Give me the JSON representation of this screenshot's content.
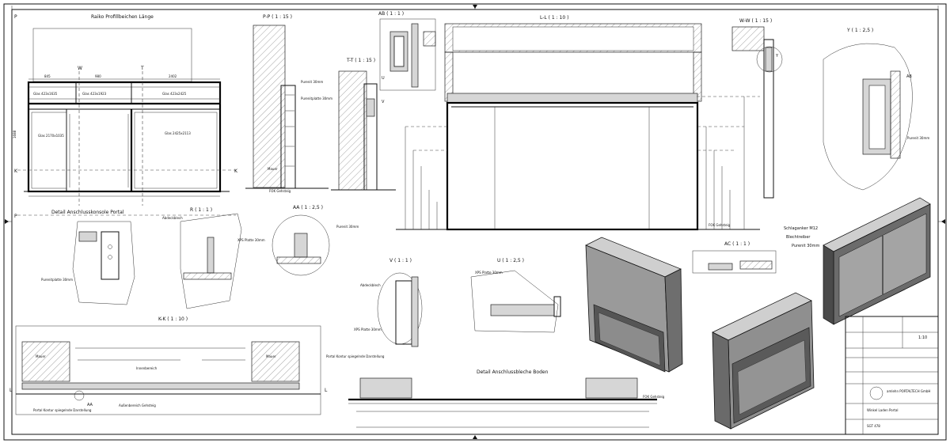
{
  "views": {
    "elevation_title": "Raiko Profillbeichen Länge",
    "pp": "P-P ( 1 : 15 )",
    "ab": "AB ( 1 : 1 )",
    "tt": "T-T ( 1 : 15 )",
    "ll": "L-L ( 1 : 10 )",
    "ww": "W-W ( 1 : 15 )",
    "y": "Y ( 1 : 2,5 )",
    "rr": "R ( 1 : 1 )",
    "aa": "AA ( 1 : 2,5 )",
    "v": "V ( 1 : 1 )",
    "u": "U ( 1 : 2,5 )",
    "ac": "AC ( 1 : 1 )",
    "kk": "K-K ( 1 : 10 )",
    "detail_portal": "Detail Anschlusskonsole Portal",
    "detail_floor": "Detail Anschlussbleche Boden"
  },
  "glass": {
    "top_left": "Glas 423x1635",
    "top_mid": "Glas 423x1923",
    "top_right": "Glas 423x2425",
    "bottom_left": "Glas 2170x1035",
    "bottom_right": "Glas 2425x2113"
  },
  "dims": {
    "d845": "845",
    "d980": "980",
    "d2402": "2402",
    "d1688": "1688"
  },
  "labels": {
    "mauer": "Mauer",
    "innenbereich": "Innenbereich",
    "aussenbereich": "Außenbereich Gehsteig",
    "portal_kontur": "Portal Kontur spiegelnde Darstellung",
    "portal_kontur2": "Portal Kontur spiegelnde Darstellung",
    "schlaganker": "Schlaganker M12",
    "blechtreiber": "Blechtreiber",
    "purenit": "Purenit 30mm",
    "abdeckblech": "Abdeckblech",
    "xps_platte": "XPS Platte 30mm",
    "purenitplatte": "Purenitplatte 30mm",
    "fok_gehsteig": "FOK Gehsteig",
    "gehsteig": "Gehsteig"
  },
  "title_block": {
    "company": "amlehn PORTALTECH GmbH",
    "drawing": "Winkel Laden Portal",
    "number": "SGT 478",
    "scale": "1:10"
  },
  "markers": {
    "w": "W",
    "t": "T",
    "p": "P",
    "k": "K",
    "l": "L",
    "u": "U",
    "v": "V",
    "y": "Y",
    "ab": "AB",
    "ac": "AC",
    "aa": "AA",
    "r": "R"
  }
}
